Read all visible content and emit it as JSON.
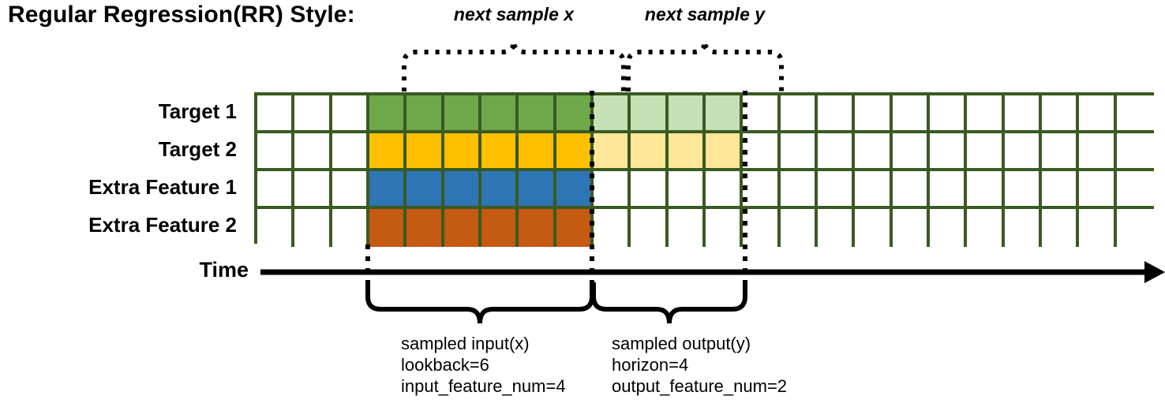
{
  "title": "Regular Regression(RR) Style:",
  "rows": [
    {
      "label": "Target 1",
      "name": "target-1"
    },
    {
      "label": "Target 2",
      "name": "target-2"
    },
    {
      "label": "Extra Feature 1",
      "name": "extra-feature-1"
    },
    {
      "label": "Extra Feature 2",
      "name": "extra-feature-2"
    }
  ],
  "grid": {
    "columns": 24,
    "input_start_col": 3,
    "input_end_col": 9,
    "output_start_col": 9,
    "output_end_col": 13,
    "colors": {
      "border": "#3A5A22",
      "empty": "#FFFFFF",
      "target1_input": "#6FA84A",
      "target1_output": "#C5E0B4",
      "target2_input": "#FFC000",
      "target2_output": "#FFE699",
      "extra1_input": "#2E75B6",
      "extra2_input": "#C55A11"
    },
    "row_fills": [
      [
        "#FFFFFF",
        "#FFFFFF",
        "#FFFFFF",
        "#6FA84A",
        "#6FA84A",
        "#6FA84A",
        "#6FA84A",
        "#6FA84A",
        "#6FA84A",
        "#C5E0B4",
        "#C5E0B4",
        "#C5E0B4",
        "#C5E0B4",
        "#FFFFFF",
        "#FFFFFF",
        "#FFFFFF",
        "#FFFFFF",
        "#FFFFFF",
        "#FFFFFF",
        "#FFFFFF",
        "#FFFFFF",
        "#FFFFFF",
        "#FFFFFF",
        "#FFFFFF"
      ],
      [
        "#FFFFFF",
        "#FFFFFF",
        "#FFFFFF",
        "#FFC000",
        "#FFC000",
        "#FFC000",
        "#FFC000",
        "#FFC000",
        "#FFC000",
        "#FFE699",
        "#FFE699",
        "#FFE699",
        "#FFE699",
        "#FFFFFF",
        "#FFFFFF",
        "#FFFFFF",
        "#FFFFFF",
        "#FFFFFF",
        "#FFFFFF",
        "#FFFFFF",
        "#FFFFFF",
        "#FFFFFF",
        "#FFFFFF",
        "#FFFFFF"
      ],
      [
        "#FFFFFF",
        "#FFFFFF",
        "#FFFFFF",
        "#2E75B6",
        "#2E75B6",
        "#2E75B6",
        "#2E75B6",
        "#2E75B6",
        "#2E75B6",
        "#FFFFFF",
        "#FFFFFF",
        "#FFFFFF",
        "#FFFFFF",
        "#FFFFFF",
        "#FFFFFF",
        "#FFFFFF",
        "#FFFFFF",
        "#FFFFFF",
        "#FFFFFF",
        "#FFFFFF",
        "#FFFFFF",
        "#FFFFFF",
        "#FFFFFF",
        "#FFFFFF"
      ],
      [
        "#FFFFFF",
        "#FFFFFF",
        "#FFFFFF",
        "#C55A11",
        "#C55A11",
        "#C55A11",
        "#C55A11",
        "#C55A11",
        "#C55A11",
        "#FFFFFF",
        "#FFFFFF",
        "#FFFFFF",
        "#FFFFFF",
        "#FFFFFF",
        "#FFFFFF",
        "#FFFFFF",
        "#FFFFFF",
        "#FFFFFF",
        "#FFFFFF",
        "#FFFFFF",
        "#FFFFFF",
        "#FFFFFF",
        "#FFFFFF",
        "#FFFFFF"
      ]
    ]
  },
  "top_braces": [
    {
      "label": "next sample x",
      "name": "next-sample-x"
    },
    {
      "label": "next sample y",
      "name": "next-sample-y"
    }
  ],
  "time_axis": {
    "label": "Time"
  },
  "bottom_braces": [
    {
      "name": "sampled-input",
      "lines": [
        "sampled input(x)",
        "lookback=6",
        "input_feature_num=4"
      ]
    },
    {
      "name": "sampled-output",
      "lines": [
        "sampled output(y)",
        "horizon=4",
        "output_feature_num=2"
      ]
    }
  ]
}
